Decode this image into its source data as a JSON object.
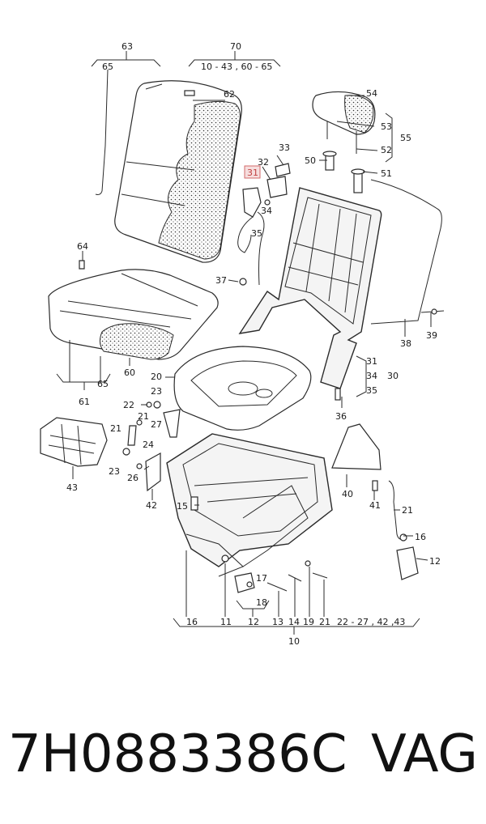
{
  "callouts": [
    {
      "id": "c63",
      "text": "63"
    },
    {
      "id": "c65a",
      "text": "65"
    },
    {
      "id": "c70",
      "text": "70"
    },
    {
      "id": "c70r",
      "text": "10 - 43 , 60 - 65"
    },
    {
      "id": "c62",
      "text": "62"
    },
    {
      "id": "c54",
      "text": "54"
    },
    {
      "id": "c53",
      "text": "53"
    },
    {
      "id": "c55",
      "text": "55"
    },
    {
      "id": "c52",
      "text": "52"
    },
    {
      "id": "c50",
      "text": "50"
    },
    {
      "id": "c51",
      "text": "51"
    },
    {
      "id": "c33",
      "text": "33"
    },
    {
      "id": "c32",
      "text": "32"
    },
    {
      "id": "c31a",
      "text": "31"
    },
    {
      "id": "c34a",
      "text": "34"
    },
    {
      "id": "c35a",
      "text": "35"
    },
    {
      "id": "c64",
      "text": "64"
    },
    {
      "id": "c37",
      "text": "37"
    },
    {
      "id": "c39",
      "text": "39"
    },
    {
      "id": "c38",
      "text": "38"
    },
    {
      "id": "c31b",
      "text": "31"
    },
    {
      "id": "c34b",
      "text": "34"
    },
    {
      "id": "c30",
      "text": "30"
    },
    {
      "id": "c35b",
      "text": "35"
    },
    {
      "id": "c65b",
      "text": "65"
    },
    {
      "id": "c60",
      "text": "60"
    },
    {
      "id": "c61",
      "text": "61"
    },
    {
      "id": "c20",
      "text": "20"
    },
    {
      "id": "c36",
      "text": "36"
    },
    {
      "id": "c22a",
      "text": "22"
    },
    {
      "id": "c23a",
      "text": "23"
    },
    {
      "id": "c21a",
      "text": "21"
    },
    {
      "id": "c21b",
      "text": "21"
    },
    {
      "id": "c27",
      "text": "27"
    },
    {
      "id": "c24",
      "text": "24"
    },
    {
      "id": "c23b",
      "text": "23"
    },
    {
      "id": "c26",
      "text": "26"
    },
    {
      "id": "c43",
      "text": "43"
    },
    {
      "id": "c42",
      "text": "42"
    },
    {
      "id": "c40",
      "text": "40"
    },
    {
      "id": "c41",
      "text": "41"
    },
    {
      "id": "c21c",
      "text": "21"
    },
    {
      "id": "c15",
      "text": "15"
    },
    {
      "id": "c16a",
      "text": "16"
    },
    {
      "id": "c12a",
      "text": "12"
    },
    {
      "id": "c17",
      "text": "17"
    },
    {
      "id": "c18",
      "text": "18"
    },
    {
      "id": "c16b",
      "text": "16"
    },
    {
      "id": "c11",
      "text": "11"
    },
    {
      "id": "c12b",
      "text": "12"
    },
    {
      "id": "c13",
      "text": "13"
    },
    {
      "id": "c14",
      "text": "14"
    },
    {
      "id": "c19",
      "text": "19"
    },
    {
      "id": "c21d",
      "text": "21"
    },
    {
      "id": "c22r",
      "text": "22 - 27 , 42 ,43"
    },
    {
      "id": "c10",
      "text": "10"
    }
  ],
  "part_number": "7H0883386C",
  "brand": "VAG",
  "highlight_callout": "31",
  "colors": {
    "line": "#2a2a2a",
    "highlight_fill": "#f6dede",
    "highlight_stroke": "#d36a6a",
    "text": "#111111"
  }
}
